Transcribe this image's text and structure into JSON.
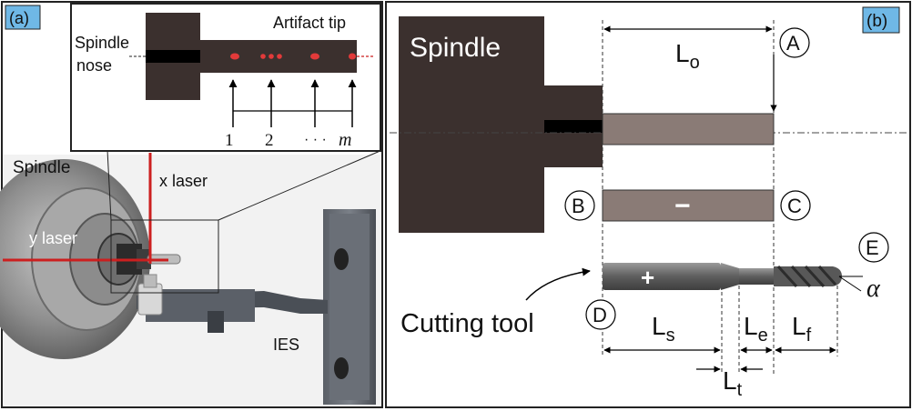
{
  "panel_a": {
    "tag": "(a)",
    "inset": {
      "spindle_label_1": "Spindle",
      "spindle_label_2": "nose",
      "artifact_label": "Artifact tip",
      "positions": [
        "1",
        "2",
        "m"
      ],
      "ellipsis": "· · ·"
    },
    "labels": {
      "spindle": "Spindle",
      "x_laser": "x laser",
      "y_laser": "y laser",
      "ies": "IES"
    }
  },
  "panel_b": {
    "tag": "(b)",
    "spindle": "Spindle",
    "points": {
      "A": "A",
      "B": "B",
      "C": "C",
      "D": "D",
      "E": "E"
    },
    "dims": {
      "lo": "L",
      "lo_sub": "o",
      "ls": "L",
      "ls_sub": "s",
      "le": "L",
      "le_sub": "e",
      "lf": "L",
      "lf_sub": "f",
      "lt": "L",
      "lt_sub": "t"
    },
    "minus_sign": "−",
    "plus_sign": "+",
    "cutting_tool": "Cutting tool",
    "alpha": "α"
  },
  "colors": {
    "dark_body": "#3b302e",
    "rod": "#8a7b76",
    "laser": "#cc1f1f",
    "tag_bg": "#6fb8e6",
    "tool": "#6d6d6d"
  }
}
